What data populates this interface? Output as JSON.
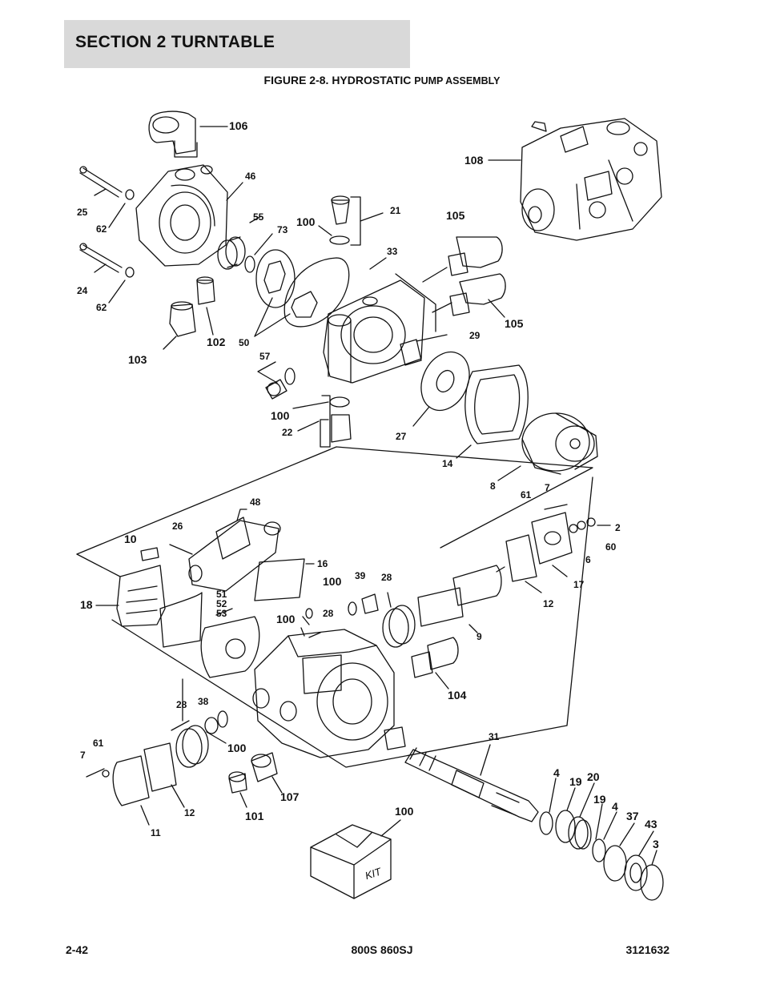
{
  "section": {
    "title": "SECTION 2   TURNTABLE"
  },
  "figure": {
    "title_main": "FIGURE 2-8. HYDROSTATIC ",
    "title_small": "PUMP ASSEMBLY"
  },
  "callouts": {
    "c106": "106",
    "c46": "46",
    "c25": "25",
    "c62a": "62",
    "c55": "55",
    "c73": "73",
    "c100a": "100",
    "c21": "21",
    "c105a": "105",
    "c108": "108",
    "c24": "24",
    "c62b": "62",
    "c33": "33",
    "c105b": "105",
    "c29": "29",
    "c102": "102",
    "c50": "50",
    "c103": "103",
    "c57": "57",
    "c100b": "100",
    "c22": "22",
    "c27": "27",
    "c14": "14",
    "c8": "8",
    "c7a": "7",
    "c61a": "61",
    "c48": "48",
    "c26": "26",
    "c10": "10",
    "c2": "2",
    "c6": "6",
    "c60": "60",
    "c16": "16",
    "c17": "17",
    "c18": "18",
    "c100c": "100",
    "c39": "39",
    "c28a": "28",
    "c51": "51",
    "c52": "52",
    "c53": "53",
    "c100d": "100",
    "c28b": "28",
    "c12a": "12",
    "c9": "9",
    "c104": "104",
    "c28c": "28",
    "c38": "38",
    "c31": "31",
    "c100e": "100",
    "c7b": "7",
    "c61b": "61",
    "c4a": "4",
    "c19a": "19",
    "c20": "20",
    "c107": "107",
    "c19b": "19",
    "c4b": "4",
    "c37": "37",
    "c43": "43",
    "c12b": "12",
    "c101": "101",
    "c100f": "100",
    "c3": "3",
    "c11": "11"
  },
  "kit_label": "KIT",
  "footer": {
    "page": "2-42",
    "model": "800S 860SJ",
    "doc_number": "3121632"
  }
}
